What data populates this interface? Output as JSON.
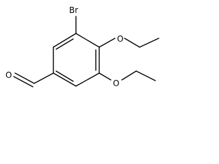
{
  "molecule": {
    "atoms": {
      "bromine": "Br",
      "ether_oxygen_top": "O",
      "ether_oxygen_bottom": "O",
      "aldehyde_oxygen": "O"
    },
    "colors": {
      "bond": "#000000",
      "label": "#000000",
      "background": "#ffffff"
    }
  }
}
